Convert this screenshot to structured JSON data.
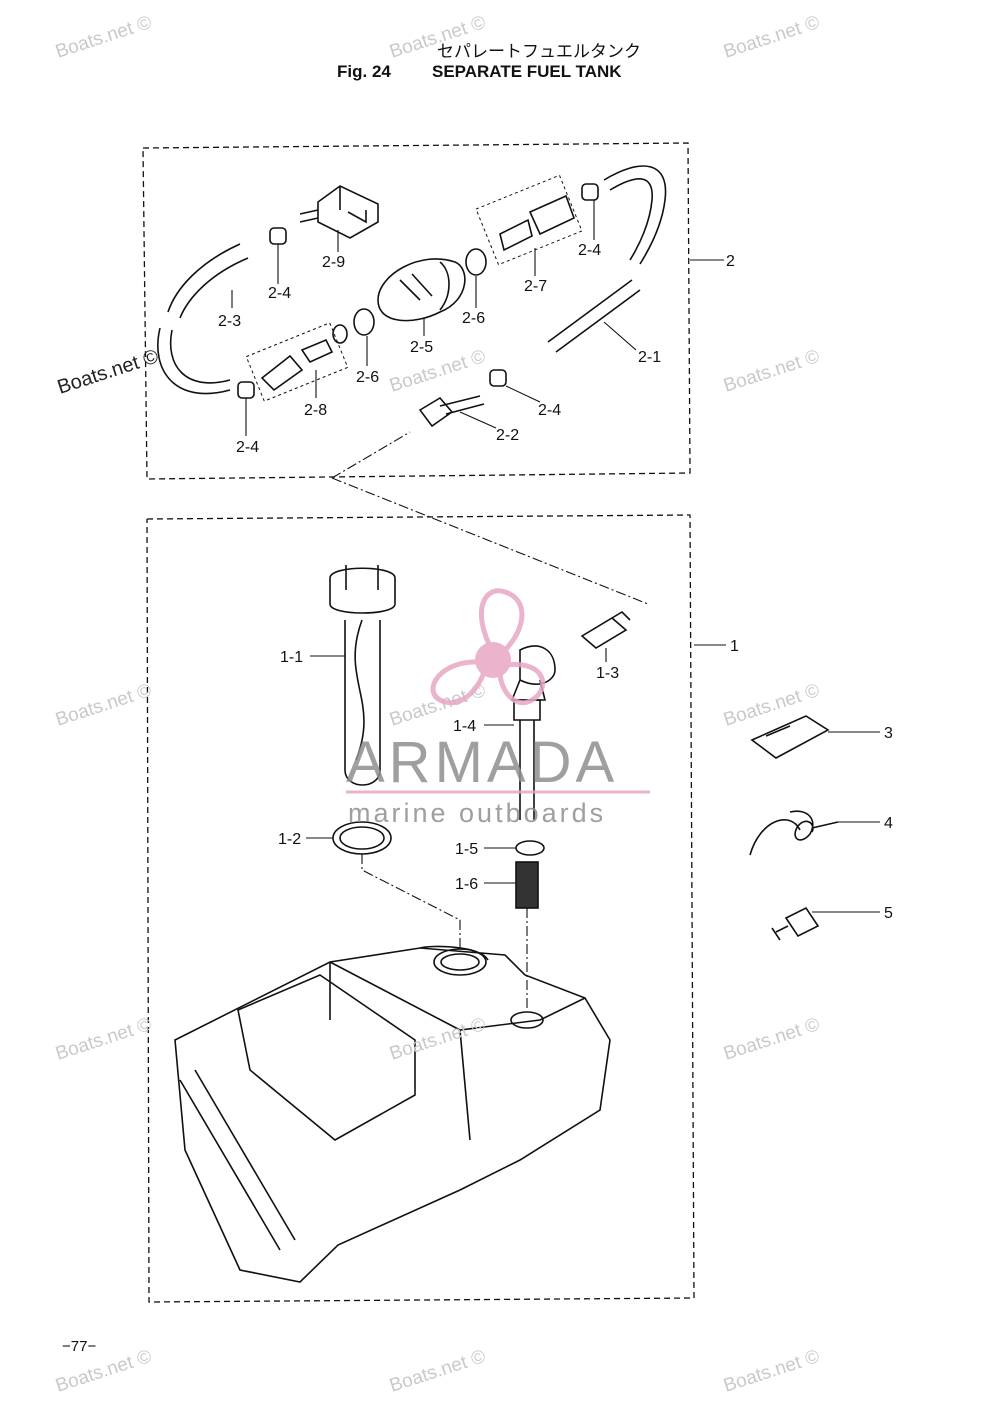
{
  "header": {
    "jp_title": "セパレートフュエルタンク",
    "fig_number": "Fig. 24",
    "title": "SEPARATE FUEL TANK"
  },
  "callouts": {
    "c2": "2",
    "c2_1": "2-1",
    "c2_2": "2-2",
    "c2_3": "2-3",
    "c2_4a": "2-4",
    "c2_4b": "2-4",
    "c2_4c": "2-4",
    "c2_4d": "2-4",
    "c2_5": "2-5",
    "c2_6a": "2-6",
    "c2_6b": "2-6",
    "c2_7": "2-7",
    "c2_8": "2-8",
    "c2_9": "2-9",
    "c1": "1",
    "c1_1": "1-1",
    "c1_2": "1-2",
    "c1_3": "1-3",
    "c1_4": "1-4",
    "c1_5": "1-5",
    "c1_6": "1-6",
    "c3": "3",
    "c4": "4",
    "c5": "5"
  },
  "watermark": {
    "site": "Boats.net ©",
    "brand": "ARMADA",
    "tagline": "marine outboards"
  },
  "footer": {
    "page": "−77−"
  },
  "colors": {
    "line": "#111111",
    "watermark_gray": "#c9c9c9",
    "logo_pink": "#e8a6c4",
    "logo_gray": "#8f8f8f"
  }
}
